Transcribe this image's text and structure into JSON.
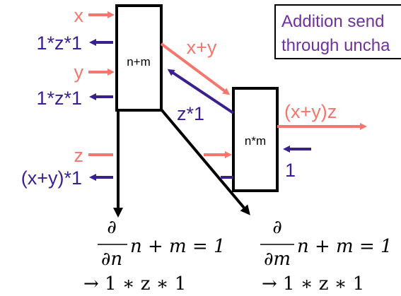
{
  "colors": {
    "forward": "#f4776d",
    "backward": "#3b1f8f",
    "box_stroke": "#000000",
    "note_text": "#7030a0"
  },
  "note": {
    "line1": "Addition send",
    "line2": "through uncha"
  },
  "add_node": {
    "label": "n+m"
  },
  "mul_node": {
    "label": "n*m"
  },
  "labels": {
    "x": "x",
    "grad_x": "1*z*1",
    "y": "y",
    "grad_y": "1*z*1",
    "z": "z",
    "grad_z": "(x+y)*1",
    "sum": "x+y",
    "grad_sum": "z*1",
    "output": "(x+y)z",
    "upstream": "1"
  },
  "equations": {
    "left": {
      "partial": "∂",
      "denominator": "∂n",
      "rhs": "n + m = 1",
      "result": "→ 1 ∗ z ∗ 1"
    },
    "right": {
      "partial": "∂",
      "denominator": "∂m",
      "rhs": "n + m = 1",
      "result": "→ 1 ∗ z ∗ 1"
    }
  }
}
